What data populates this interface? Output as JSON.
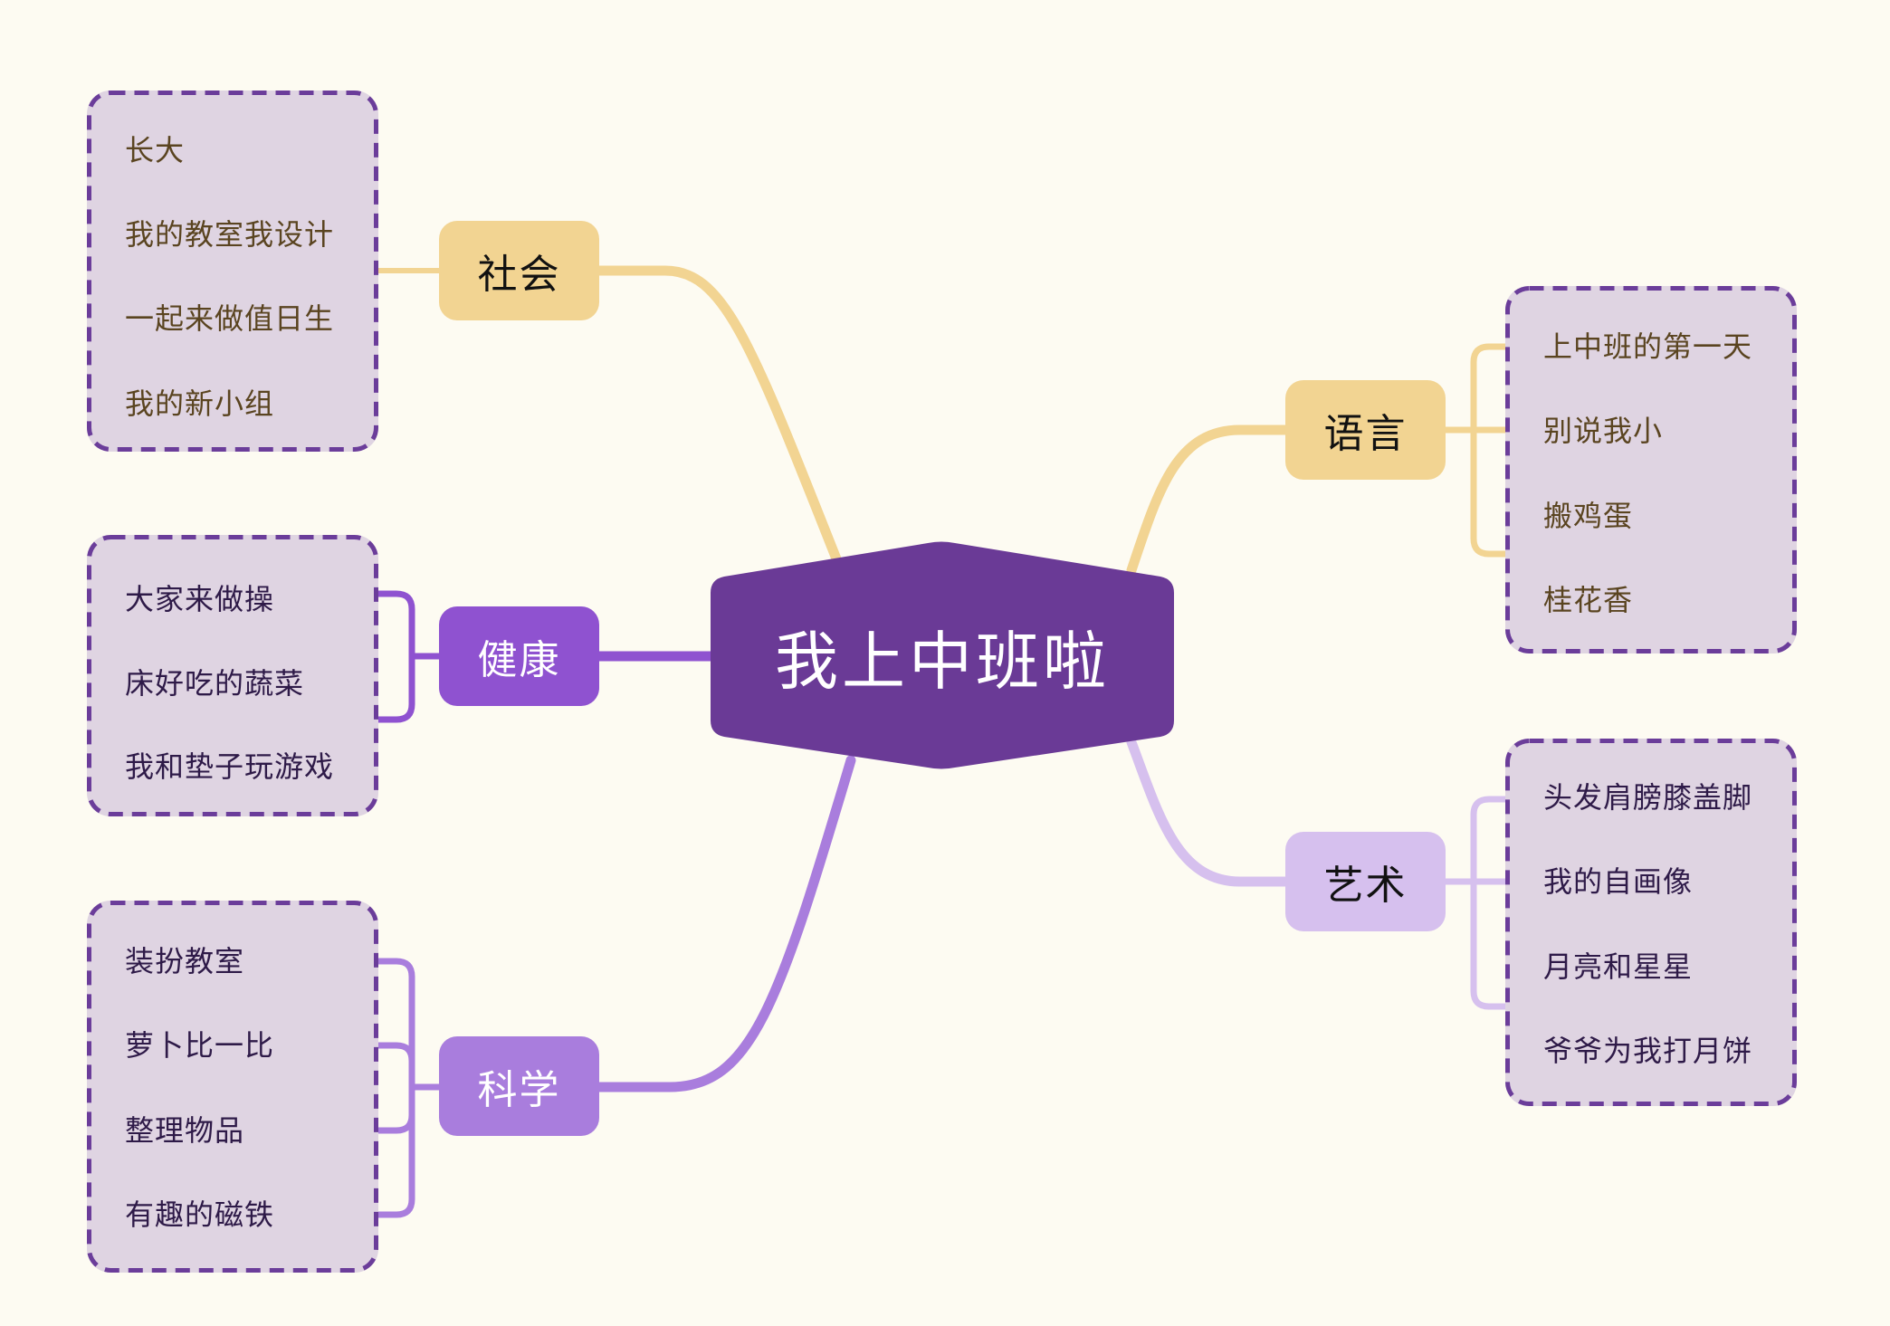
{
  "colors": {
    "background": "#fdfbf2",
    "center": "#6a3a96",
    "yellow": "#f2d492",
    "health": "#8f52d0",
    "science": "#a97ddd",
    "art": "#d6c0ee",
    "box_fill": "#dfd4e2",
    "box_border": "#6b3d9a",
    "text_brown": "#5a4420",
    "text_purple": "#2e1a48"
  },
  "center": {
    "label": "我上中班啦"
  },
  "branches": {
    "social": {
      "label": "社会",
      "items": [
        "长大",
        "我的教室我设计",
        "一起来做值日生",
        "我的新小组"
      ]
    },
    "health": {
      "label": "健康",
      "items": [
        "大家来做操",
        "床好吃的蔬菜",
        "我和垫子玩游戏"
      ]
    },
    "science": {
      "label": "科学",
      "items": [
        "装扮教室",
        "萝卜比一比",
        "整理物品",
        "有趣的磁铁"
      ]
    },
    "language": {
      "label": "语言",
      "items": [
        "上中班的第一天",
        "别说我小",
        "搬鸡蛋",
        "桂花香"
      ]
    },
    "art": {
      "label": "艺术",
      "items": [
        "头发肩膀膝盖脚",
        "我的自画像",
        "月亮和星星",
        "爷爷为我打月饼"
      ]
    }
  }
}
